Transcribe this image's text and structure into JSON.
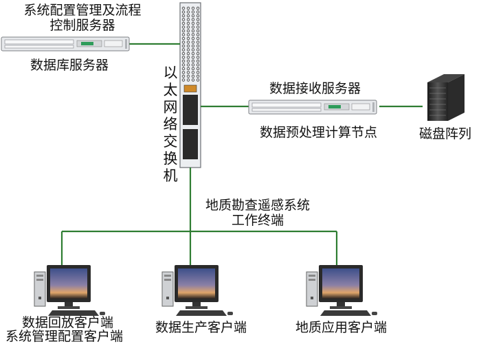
{
  "nodes": {
    "config_server": {
      "line1": "系统配置管理及流程",
      "line2": "控制服务器"
    },
    "db_server": {
      "label": "数据库服务器"
    },
    "switch": {
      "chars": [
        "以",
        "太",
        "网",
        "络",
        "交",
        "换",
        "机"
      ]
    },
    "recv_server": {
      "label": "数据接收服务器"
    },
    "preprocess": {
      "label": "数据预处理计算节点"
    },
    "disk_array": {
      "label": "磁盘阵列"
    },
    "terminal": {
      "line1": "地质勘查遥感系统",
      "line2": "工作终端"
    },
    "client_playback": {
      "line1": "数据回放客户端",
      "line2": "系统管理配置客户端"
    },
    "client_production": {
      "label": "数据生产客户端"
    },
    "client_geology": {
      "label": "地质应用客户端"
    }
  },
  "colors": {
    "link": "#2e7d32",
    "server": "#e4e6ea",
    "panel": "#2e9c5a",
    "screen_sky": "#6f7fb0"
  }
}
